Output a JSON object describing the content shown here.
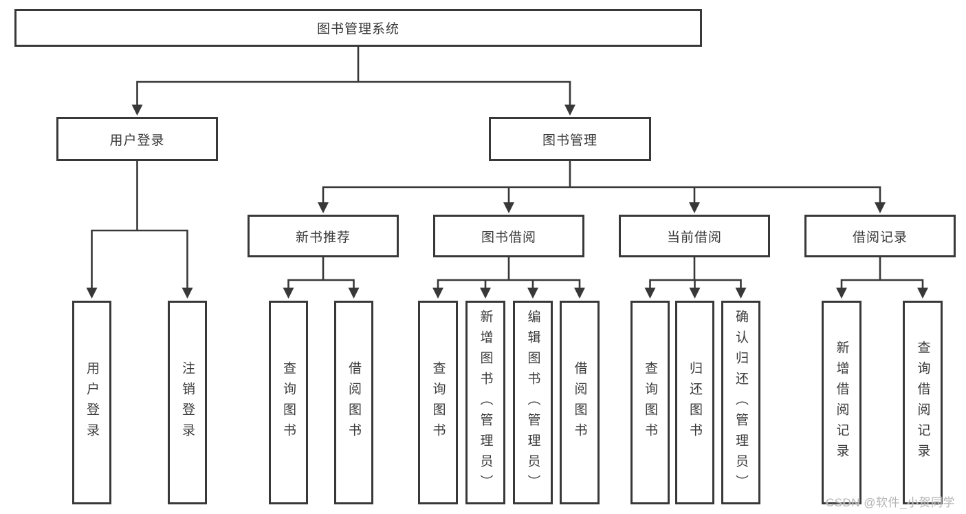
{
  "tree": {
    "root": {
      "label": "图书管理系统"
    },
    "branches": [
      {
        "label": "用户登录",
        "leaves": [
          {
            "label": "用户登录"
          },
          {
            "label": "注销登录"
          }
        ]
      },
      {
        "label": "图书管理",
        "groups": [
          {
            "label": "新书推荐",
            "leaves": [
              {
                "label": "查询图书"
              },
              {
                "label": "借阅图书"
              }
            ]
          },
          {
            "label": "图书借阅",
            "leaves": [
              {
                "label": "查询图书"
              },
              {
                "label": "新增图书（管理员）"
              },
              {
                "label": "编辑图书（管理员）"
              },
              {
                "label": "借阅图书"
              }
            ]
          },
          {
            "label": "当前借阅",
            "leaves": [
              {
                "label": "查询图书"
              },
              {
                "label": "归还图书"
              },
              {
                "label": "确认归还（管理员）"
              }
            ]
          },
          {
            "label": "借阅记录",
            "leaves": [
              {
                "label": "新增借阅记录"
              },
              {
                "label": "查询借阅记录"
              }
            ]
          }
        ]
      }
    ]
  },
  "watermark": {
    "text": "CSDN @软件_小贺同学"
  },
  "colors": {
    "line": "#383838",
    "box_border": "#383838",
    "box_fill": "#ffffff",
    "text": "#3a3a3a",
    "watermark": "#b5b5b5",
    "background": "#ffffff"
  }
}
